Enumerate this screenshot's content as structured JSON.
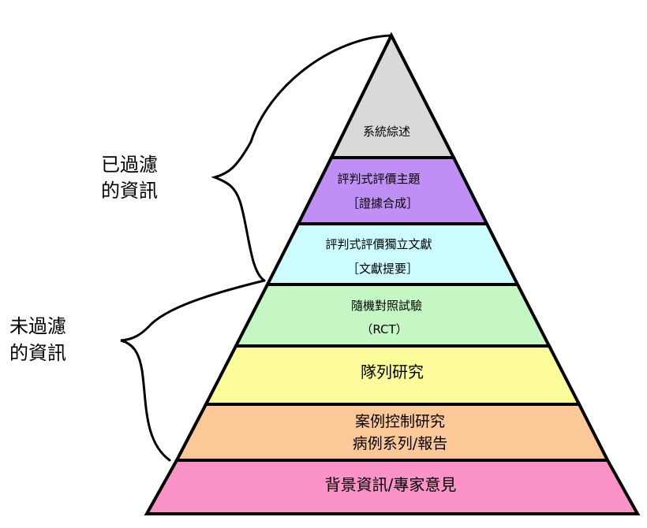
{
  "pyramid": {
    "tiers": [
      {
        "lines": [
          "系統綜述"
        ],
        "color": "#d9d9d9"
      },
      {
        "lines": [
          "評判式評價主題",
          "［證據合成］"
        ],
        "color": "#c08ff5"
      },
      {
        "lines": [
          "評判式評價獨立文獻",
          "［文獻提要］"
        ],
        "color": "#ccfcff"
      },
      {
        "lines": [
          "隨機對照試驗",
          "（RCT）"
        ],
        "color": "#c4f7c4"
      },
      {
        "lines": [
          "隊列研究"
        ],
        "color": "#fcfc9a"
      },
      {
        "lines": [
          "案例控制研究",
          "病例系列/報告"
        ],
        "color": "#fcc898"
      },
      {
        "lines": [
          "背景資訊/專家意見"
        ],
        "color": "#fb93c8"
      }
    ]
  },
  "brackets": {
    "filtered": {
      "lines": [
        "已過濾",
        "的資訊"
      ]
    },
    "unfiltered": {
      "lines": [
        "未過濾",
        "的資訊"
      ]
    }
  }
}
